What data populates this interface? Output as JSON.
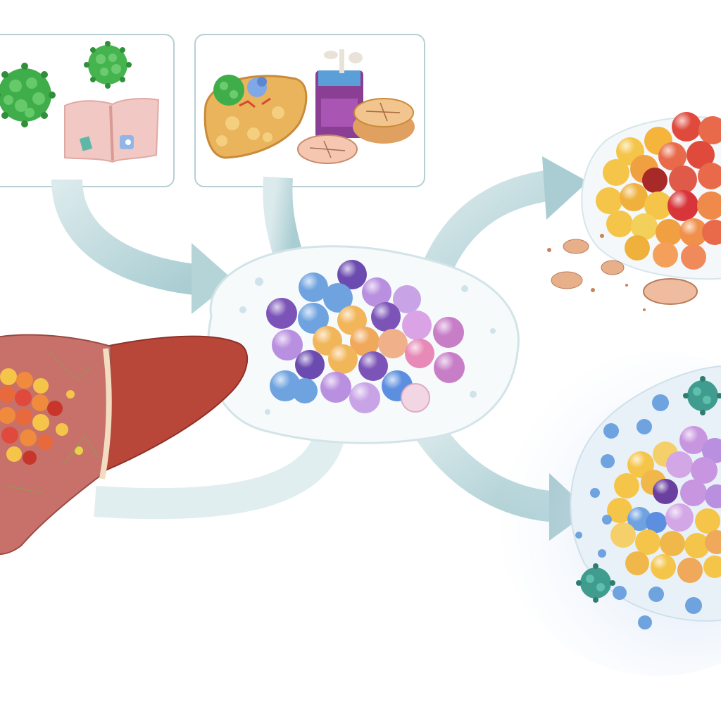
{
  "diagram": {
    "text_labels": [],
    "panels": [
      {
        "name": "infection-panel",
        "contents": [
          "virus-particle",
          "virus-particle",
          "tissue-sample"
        ]
      },
      {
        "name": "dietary-panel",
        "contents": [
          "fatty-liver",
          "drink-cup",
          "food-slice",
          "food-tart"
        ]
      }
    ],
    "nodes": [
      {
        "name": "liver",
        "state": "diseased"
      },
      {
        "name": "central-cell-cluster",
        "cell_colors": [
          "#8e6cc7",
          "#6ea3e0",
          "#f2b65a",
          "#e88ab7",
          "#b98fe0"
        ]
      },
      {
        "name": "outcome-upper",
        "cell_colors": [
          "#f5c54a",
          "#f08a3c",
          "#e04a3c"
        ]
      },
      {
        "name": "outcome-lower",
        "cell_colors": [
          "#f5c54a",
          "#c896e0",
          "#6ea3e0"
        ]
      }
    ],
    "arrows": [
      {
        "from": "infection-panel",
        "to": "central-cell-cluster"
      },
      {
        "from": "dietary-panel",
        "to": "central-cell-cluster"
      },
      {
        "from": "central-cell-cluster",
        "to": "liver"
      },
      {
        "from": "central-cell-cluster",
        "to": "outcome-upper"
      },
      {
        "from": "central-cell-cluster",
        "to": "outcome-lower"
      }
    ],
    "colors": {
      "arrow": "#b9d6da",
      "arrow_edge": "#9cc2c8",
      "panel_border": "#b7cfd3",
      "liver": "#b8473a",
      "virus": "#3fae4a",
      "virus_teal": "#3f9c8e"
    }
  }
}
